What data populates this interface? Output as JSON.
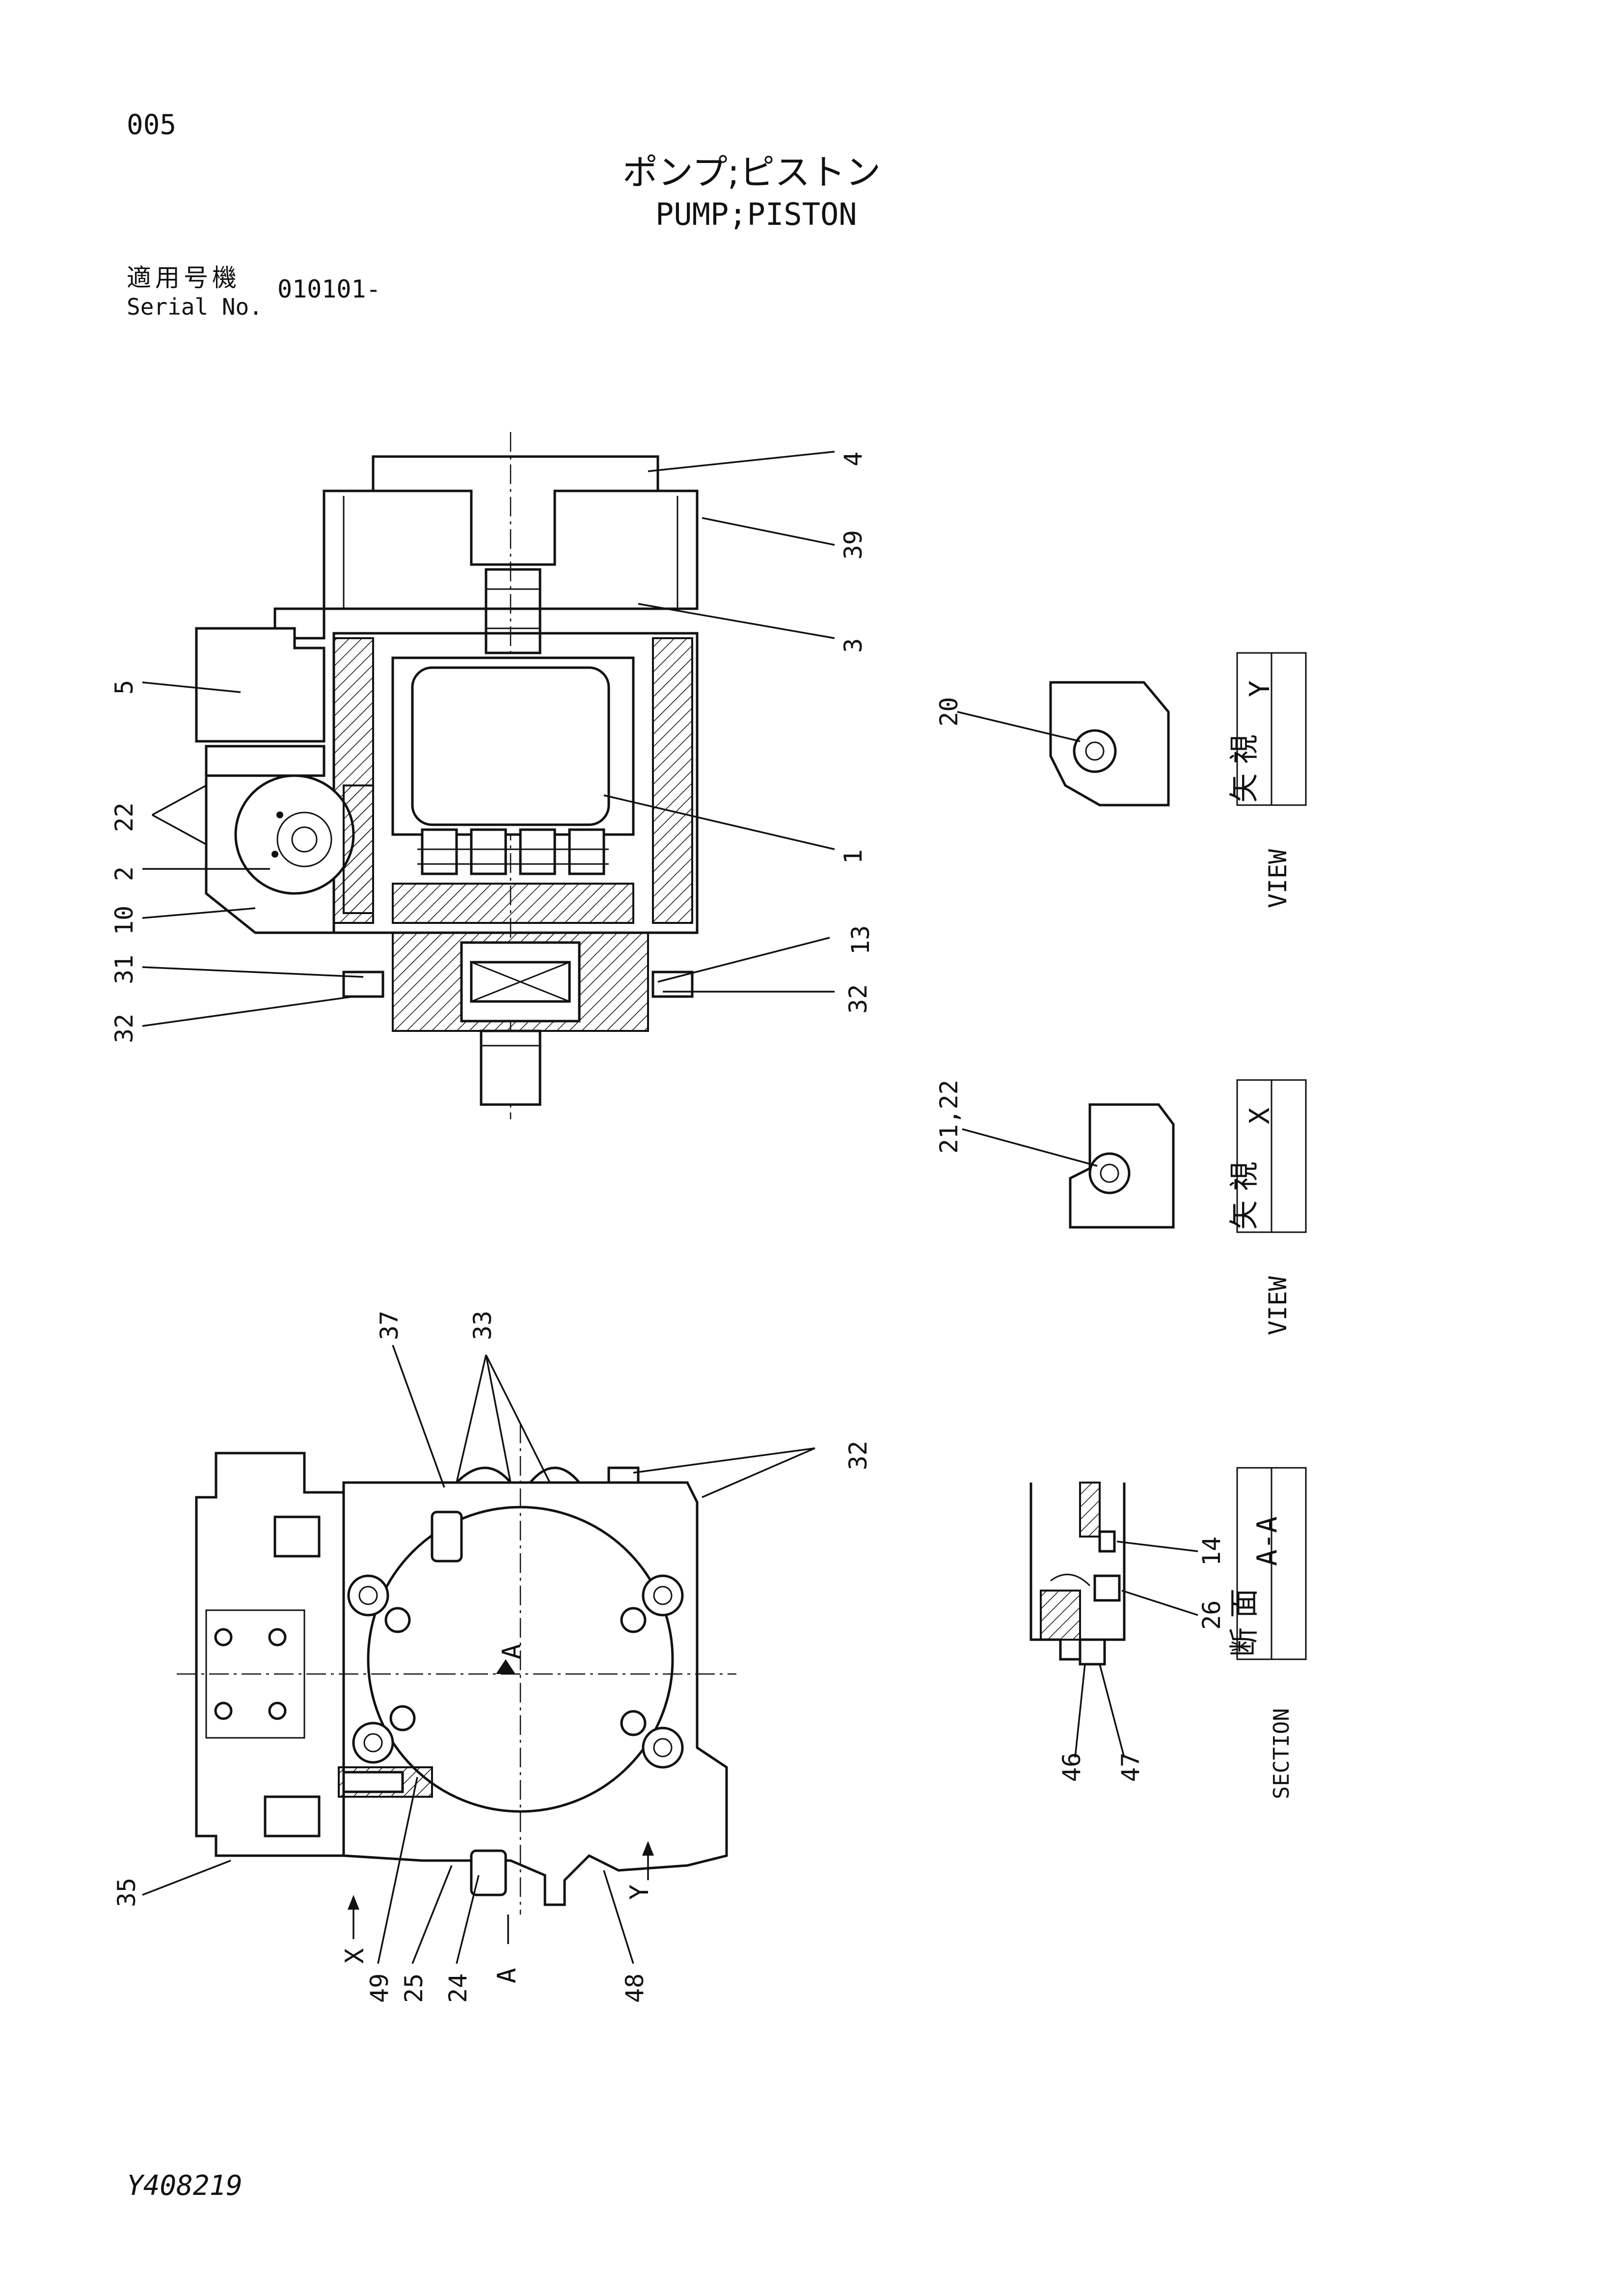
{
  "page_number": "005",
  "title_jp": "ポンプ;ピストン",
  "title_en": "PUMP;PISTON",
  "serial": {
    "label_jp": "適用号機",
    "label_en": "Serial No.",
    "value": "010101-"
  },
  "drawing_number": "Y408219",
  "views": {
    "view_y": {
      "label_jp": "矢 視",
      "label_en": "VIEW",
      "letter": "Y"
    },
    "view_x": {
      "label_jp": "矢 視",
      "label_en": "VIEW",
      "letter": "X"
    },
    "section_aa": {
      "label_jp": "断 面",
      "label_en": "SECTION",
      "letter": "A-A"
    }
  },
  "callouts": {
    "main_right": [
      "4",
      "39",
      "3",
      "1",
      "13",
      "32"
    ],
    "main_left": [
      "5",
      "22",
      "2",
      "10",
      "31",
      "32"
    ],
    "view_y": [
      "20"
    ],
    "view_x": [
      "21,22"
    ],
    "bottom_top": [
      "37",
      "33",
      "32"
    ],
    "bottom_left": [
      "35"
    ],
    "bottom_bottom": [
      "49",
      "25",
      "24",
      "48"
    ],
    "section": [
      "14",
      "26",
      "46",
      "47"
    ]
  },
  "arrow_marks": {
    "x_arrow": "X",
    "a_arrow_bottom": "A",
    "a_arrow_center": "A",
    "y_arrow": "Y"
  }
}
